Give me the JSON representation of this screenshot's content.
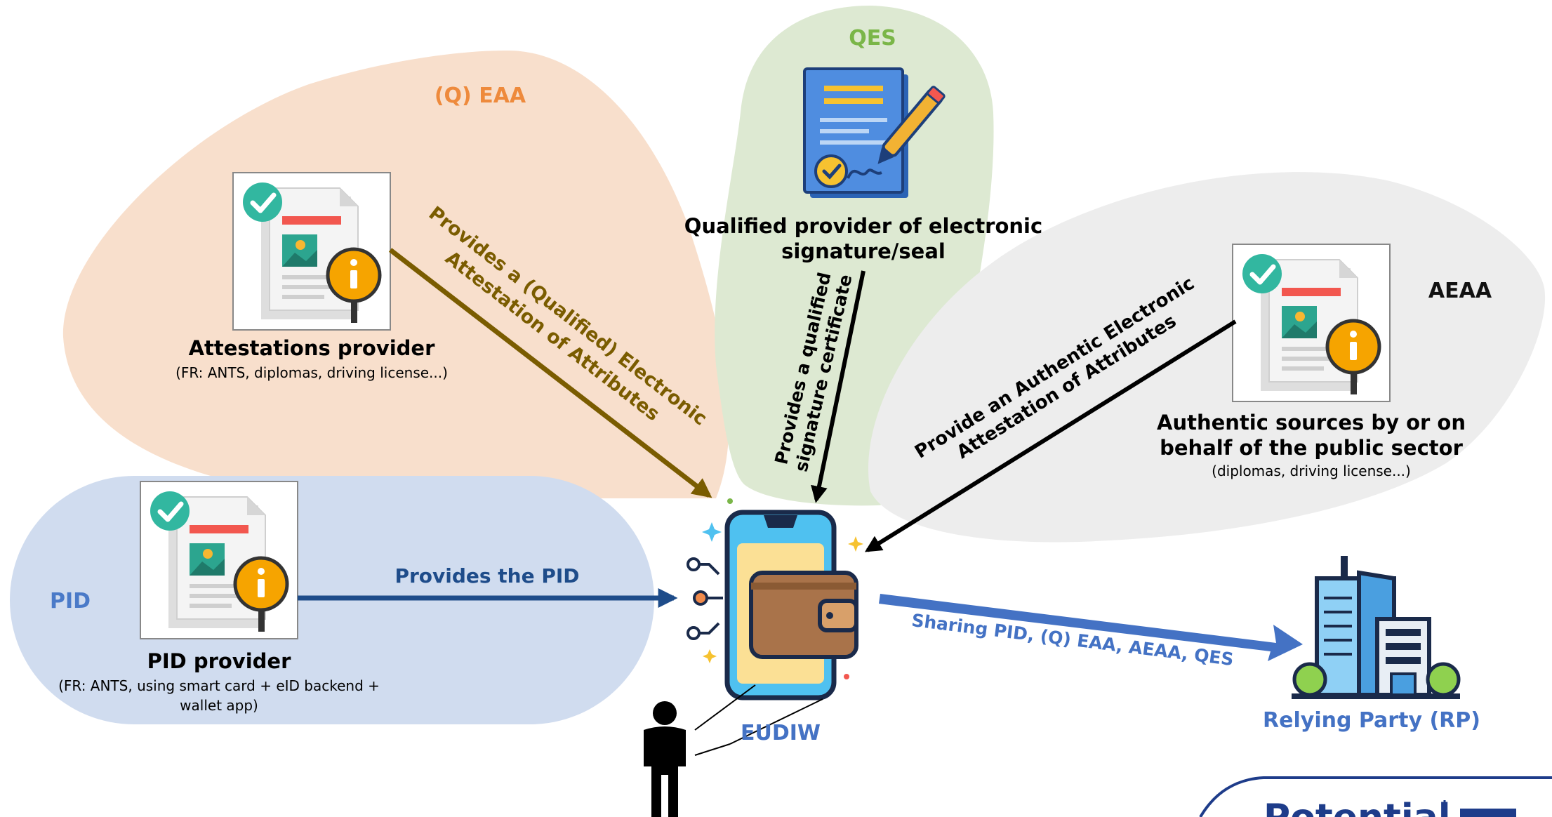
{
  "zones": {
    "eaa": {
      "label": "(Q) EAA",
      "color": "#f8dfcc",
      "label_color": "#ee8a3c"
    },
    "qes": {
      "label": "QES",
      "color": "#dde9d2",
      "label_color": "#7ab648"
    },
    "aeaa": {
      "label": "AEAA",
      "color": "#ededed",
      "label_color": "#111111"
    },
    "pid": {
      "label": "PID",
      "color": "#d0dcef",
      "label_color": "#4a7ac8"
    }
  },
  "actors": {
    "attestations": {
      "title": "Attestations provider",
      "subtitle": "(FR: ANTS, diplomas, driving license...)"
    },
    "qes_provider": {
      "title_line1": "Qualified provider of electronic",
      "title_line2": "signature/seal"
    },
    "authentic": {
      "title_line1": "Authentic sources by or on",
      "title_line2": "behalf of the public sector",
      "subtitle": "(diplomas, driving license...)"
    },
    "pid_provider": {
      "title": "PID provider",
      "subtitle_line1": "(FR: ANTS, using smart card + eID backend +",
      "subtitle_line2": "wallet app)"
    },
    "wallet": {
      "label": "EUDIW"
    },
    "rp": {
      "label": "Relying Party (RP)"
    }
  },
  "arrows": {
    "eaa": {
      "line1": "Provides a (Qualified) Electronic",
      "line2": "Attestation of Attributes",
      "color": "#7a5c00"
    },
    "qes": {
      "line1": "Provides a qualified",
      "line2": "signature certificate",
      "color": "#000000"
    },
    "aeaa": {
      "line1": "Provide an Authentic Electronic",
      "line2": "Attestation of Attributes",
      "color": "#000000"
    },
    "pid": {
      "label": "Provides the PID",
      "color": "#1e4c8a"
    },
    "share": {
      "label": "Sharing PID, (Q) EAA, AEAA, QES",
      "color": "#4472c4"
    }
  },
  "logo": {
    "text": "Potential"
  },
  "icons": {
    "doc": "document-attestation-icon",
    "contract": "signed-contract-icon",
    "phone": "smartphone-wallet-icon",
    "building": "building-icon",
    "user": "person-icon"
  }
}
